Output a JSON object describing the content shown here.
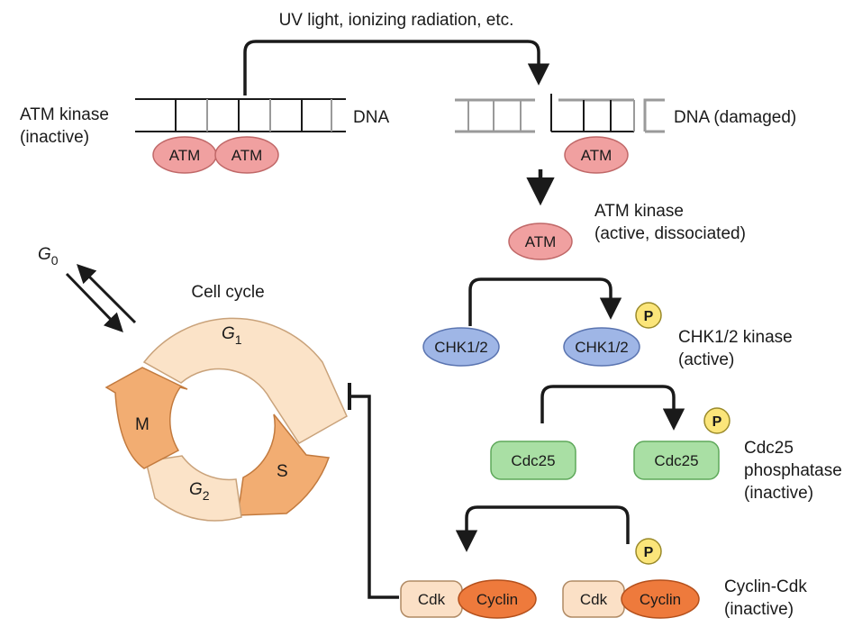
{
  "trigger": "UV light, ionizing radiation, etc.",
  "dna": {
    "intact_label": "DNA",
    "damaged_label": "DNA (damaged)"
  },
  "atm_inactive": {
    "label_line1": "ATM kinase",
    "label_line2": "(inactive)",
    "node1": "ATM",
    "node2": "ATM"
  },
  "atm_bound_damaged": "ATM",
  "atm_active": {
    "node": "ATM",
    "label_line1": "ATM kinase",
    "label_line2": "(active, dissociated)"
  },
  "chk": {
    "left_node": "CHK1/2",
    "right_node": "CHK1/2",
    "phospho": "P",
    "label_line1": "CHK1/2 kinase",
    "label_line2": "(active)"
  },
  "cdc25": {
    "left_node": "Cdc25",
    "right_node": "Cdc25",
    "phospho": "P",
    "label_line1": "Cdc25",
    "label_line2": "phosphatase",
    "label_line3": "(inactive)"
  },
  "cyclin_cdk": {
    "left_cdk": "Cdk",
    "left_cyclin": "Cyclin",
    "right_cdk": "Cdk",
    "right_cyclin": "Cyclin",
    "phospho": "P",
    "label_line1": "Cyclin-Cdk",
    "label_line2": "(inactive)"
  },
  "cell_cycle": {
    "title": "Cell cycle",
    "g0": "G",
    "g0_sub": "0",
    "g1": "G",
    "g1_sub": "1",
    "s": "S",
    "g2": "G",
    "g2_sub": "2",
    "m": "M"
  },
  "colors": {
    "atm": "#f0a0a0",
    "chk": "#9fb6e6",
    "cdc25": "#a9dfa4",
    "cdk": "#fbe0c6",
    "cyclin": "#ee7a3c",
    "phospho": "#fbe57a",
    "g1_segment": "#fbe3c8",
    "s_segment": "#f2ad72",
    "g2_segment": "#fbe3c8",
    "m_segment": "#f2ad72",
    "dna_dark": "#1a1a1a",
    "dna_gray": "#9a9a9a"
  }
}
